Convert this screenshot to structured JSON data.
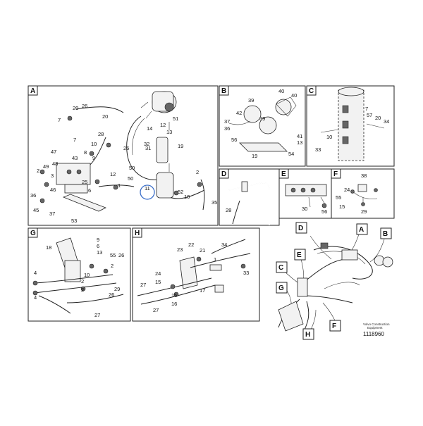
{
  "panels": {
    "A": {
      "letter": "A",
      "labels": [
        "20",
        "26",
        "7",
        "28",
        "7",
        "47",
        "10",
        "8",
        "43",
        "9",
        "48",
        "49",
        "2",
        "3",
        "36",
        "46",
        "45",
        "37",
        "25",
        "6",
        "53",
        "50",
        "32",
        "14",
        "13",
        "31",
        "19",
        "12",
        "51",
        "11",
        "50",
        "52",
        "10",
        "35",
        "2",
        "1",
        "20",
        "12",
        "26"
      ]
    },
    "B": {
      "letter": "B",
      "labels": [
        "40",
        "40",
        "39",
        "42",
        "37",
        "36",
        "39",
        "41",
        "13",
        "19",
        "54",
        "56"
      ]
    },
    "C": {
      "letter": "C",
      "labels": [
        "7",
        "57",
        "20",
        "34",
        "33",
        "10"
      ]
    },
    "D": {
      "letter": "D",
      "labels": [
        "28"
      ]
    },
    "E": {
      "letter": "E",
      "labels": [
        "30",
        "56"
      ]
    },
    "F": {
      "letter": "F",
      "labels": [
        "38",
        "24",
        "55",
        "15",
        "29"
      ]
    },
    "G": {
      "letter": "G",
      "labels": [
        "18",
        "9",
        "6",
        "13",
        "55",
        "26",
        "4",
        "2",
        "10",
        "2",
        "29",
        "4",
        "26",
        "27",
        "2"
      ]
    },
    "H": {
      "letter": "H",
      "labels": [
        "23",
        "22",
        "21",
        "34",
        "1",
        "33",
        "24",
        "15",
        "27",
        "16",
        "17",
        "27",
        "15"
      ]
    }
  },
  "overview": {
    "callouts": [
      "D",
      "A",
      "B",
      "E",
      "C",
      "G",
      "H",
      "F"
    ],
    "caption_line1": "Volvo Construction",
    "caption_line2": "Equipment",
    "drawing_number": "1118960"
  }
}
